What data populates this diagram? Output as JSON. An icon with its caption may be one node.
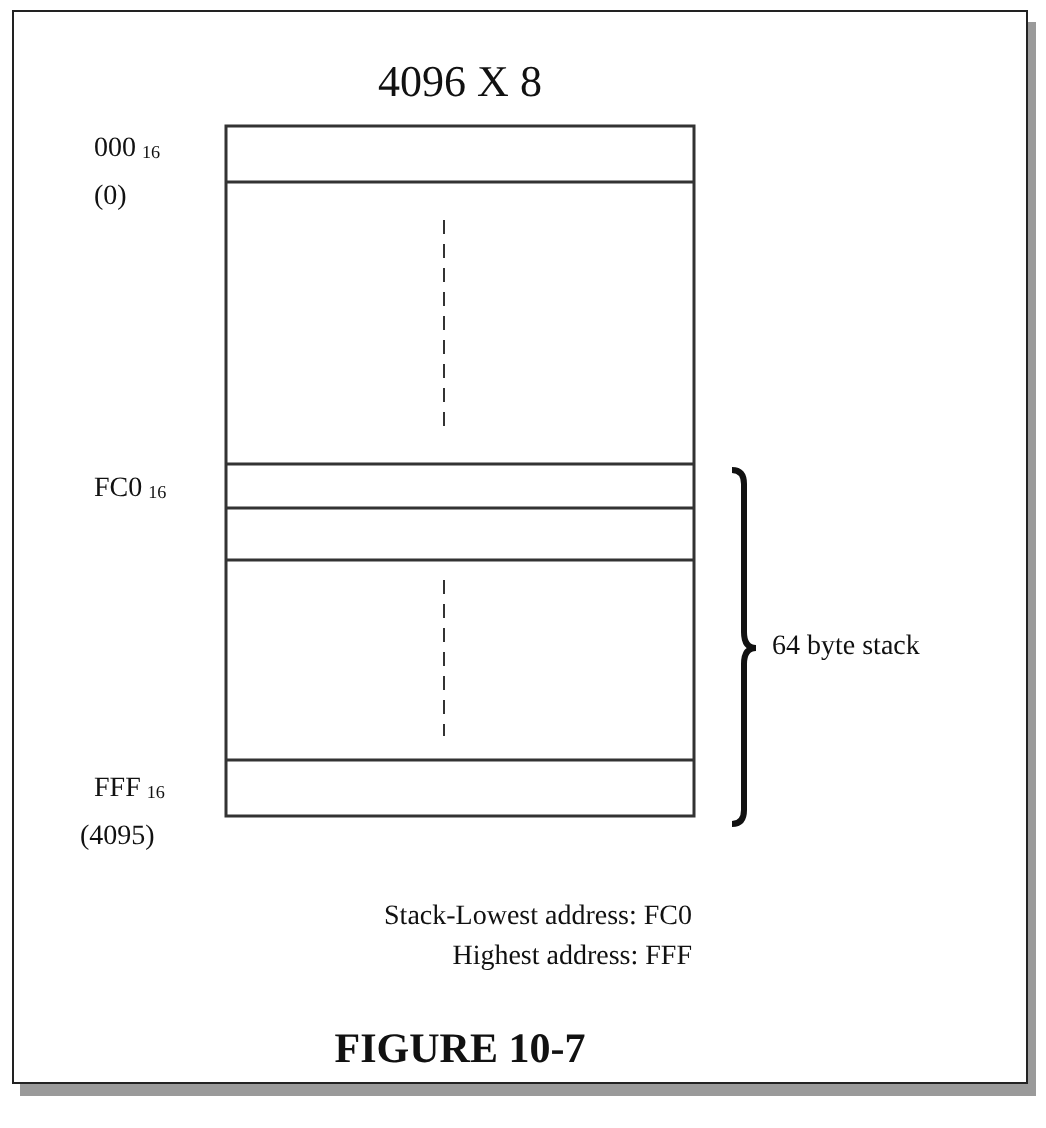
{
  "diagram": {
    "title": "4096 X 8",
    "caption": "FIGURE 10-7",
    "labels": [
      "000$_{16}$",
      "(0)",
      "FC0$_{16}$",
      "64 byte stack",
      "FFF$_{16}$",
      "(4095)",
      "Stack-Lowest address: FC0",
      "Highest address: FFF"
    ]
  }
}
